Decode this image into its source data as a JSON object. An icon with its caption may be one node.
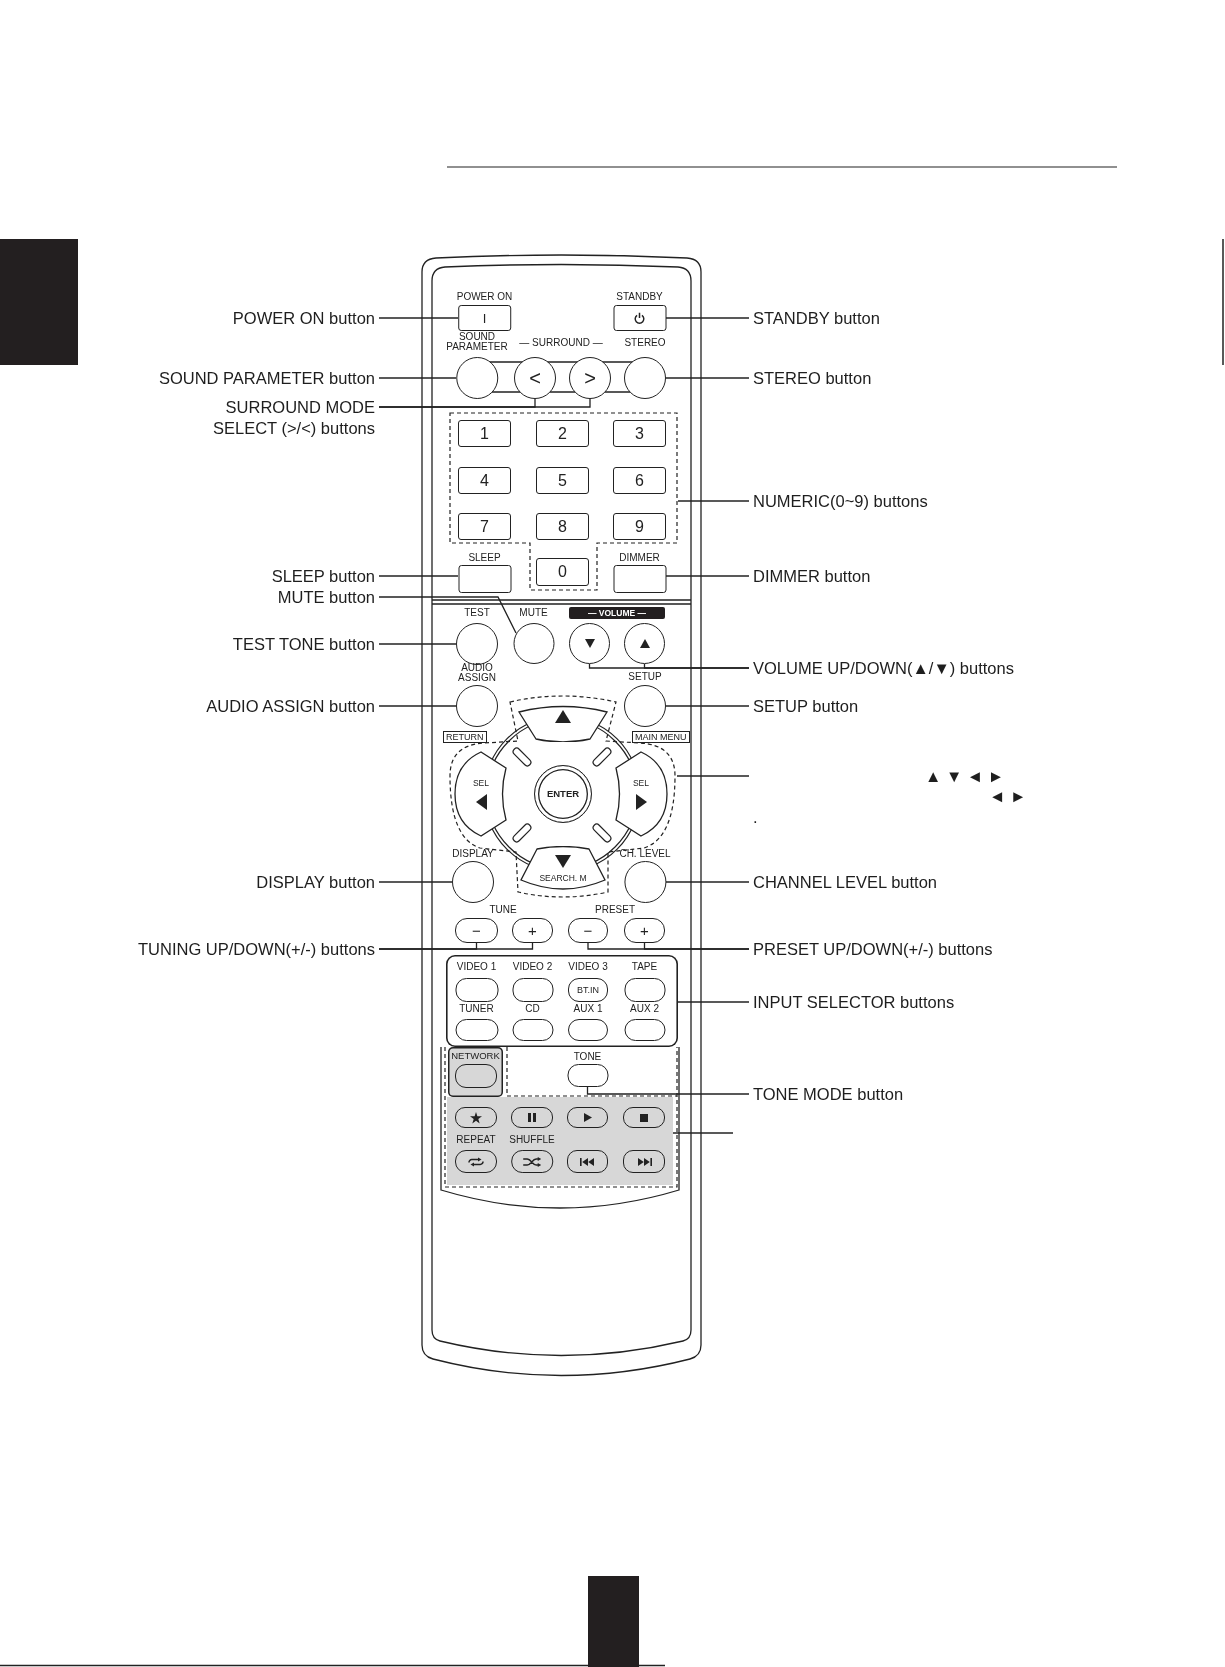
{
  "diagram": {
    "nodes": [
      {
        "text": [
          "POWER ON button"
        ]
      },
      {
        "text": [
          "POWER ON",
          "I"
        ]
      },
      {
        "text": [
          "STANDBY"
        ]
      },
      {
        "text": [
          "STANDBY button"
        ]
      },
      {
        "text": [
          "SOUND PARAMETER button"
        ]
      },
      {
        "text": [
          "SOUND PARAMETER"
        ]
      },
      {
        "text": [
          "<"
        ]
      },
      {
        "text": [
          ">"
        ]
      },
      {
        "text": [
          "STEREO"
        ]
      },
      {
        "text": [
          "STEREO button"
        ]
      },
      {
        "text": [
          "SURROUND MODE SELECT (>/<) buttons"
        ]
      },
      {
        "text": [],
        "shape": "box"
      },
      {
        "text": [
          "1"
        ],
        "in": 11
      },
      {
        "text": [
          "2"
        ],
        "in": 11
      },
      {
        "text": [
          "3"
        ],
        "in": 11
      },
      {
        "text": [
          "4"
        ],
        "in": 11
      },
      {
        "text": [
          "5"
        ],
        "in": 11
      },
      {
        "text": [
          "6"
        ],
        "in": 11
      },
      {
        "text": [
          "NUMERIC(0~9) buttons"
        ]
      },
      {
        "text": [
          "7"
        ],
        "in": 11
      },
      {
        "text": [
          "8"
        ],
        "in": 11
      },
      {
        "text": [
          "9"
        ],
        "in": 11
      },
      {
        "text": [
          "SLEEP button"
        ]
      },
      {
        "text": [
          "SLEEP"
        ]
      },
      {
        "text": [
          "0"
        ],
        "in": 11
      },
      {
        "text": [
          "DIMMER"
        ]
      },
      {
        "text": [
          "DIMMER button"
        ]
      },
      {
        "text": [
          "MUTE button"
        ]
      },
      {
        "text": [
          "TEST TONE button"
        ]
      },
      {
        "text": [
          "TEST"
        ]
      },
      {
        "text": [
          "MUTE"
        ]
      },
      {
        "text": [
          "— VOLUME —"
        ]
      },
      {
        "text": [],
        "shape": "circle"
      },
      {
        "text": [],
        "shape": "circle"
      },
      {
        "text": [
          "VOLUME UP/DOWN(▲/▼) buttons"
        ]
      },
      {
        "text": [
          "AUDIO ASSIGN button"
        ]
      },
      {
        "text": [
          "AUDIO ASSIGN"
        ]
      },
      {
        "text": [],
        "shape": "circle"
      },
      {
        "text": [],
        "shape": "box",
        "in": 37
      },
      {
        "text": [
          "SETUP"
        ]
      },
      {
        "text": [
          "SETUP button"
        ]
      },
      {
        "text": [
          "RETURN"
        ]
      },
      {
        "text": [
          "MAIN MENU"
        ]
      },
      {
        "text": [
          "SEL"
        ],
        "in": 37
      },
      {
        "text": [
          "ENTER"
        ],
        "in": 37
      },
      {
        "text": [
          "SEL"
        ],
        "in": 37
      },
      {
        "text": [
          "▲ ▼ ◄ ►",
          "◄ ►",
          "."
        ]
      },
      {
        "text": [
          "DISPLAY button"
        ]
      },
      {
        "text": [
          "DISPLAY"
        ]
      },
      {
        "text": [
          "SEARCH. M"
        ],
        "in": 37
      },
      {
        "text": [
          "CH. LEVEL"
        ]
      },
      {
        "text": [
          "CHANNEL LEVEL button"
        ]
      },
      {
        "text": [
          "TUNING UP/DOWN(+/-) buttons"
        ]
      },
      {
        "text": [
          "−"
        ]
      },
      {
        "text": [
          "+"
        ]
      },
      {
        "text": [
          "−"
        ]
      },
      {
        "text": [
          "+"
        ]
      },
      {
        "text": [
          "PRESET UP/DOWN(+/-) buttons"
        ]
      },
      {
        "text": [],
        "shape": "box"
      },
      {
        "text": [
          "VIDEO 1"
        ],
        "in": 58
      },
      {
        "text": [
          "VIDEO 2"
        ],
        "in": 58
      },
      {
        "text": [
          "VIDEO 3",
          "BT.IN"
        ],
        "in": 58
      },
      {
        "text": [
          "TAPE"
        ],
        "in": 58
      },
      {
        "text": [
          "INPUT SELECTOR buttons"
        ]
      },
      {
        "text": [
          "TUNER"
        ],
        "in": 58
      },
      {
        "text": [
          "CD"
        ],
        "in": 58
      },
      {
        "text": [
          "AUX 1"
        ],
        "in": 58
      },
      {
        "text": [
          "AUX 2"
        ],
        "in": 58
      },
      {
        "text": [
          "NETWORK"
        ]
      },
      {
        "text": [
          "TONE"
        ]
      },
      {
        "text": [
          "TONE MODE button"
        ]
      },
      {
        "text": [],
        "shape": "box"
      },
      {
        "text": [],
        "shape": "box",
        "in": 71
      },
      {
        "text": [],
        "shape": "box",
        "in": 71
      },
      {
        "text": [],
        "shape": "box",
        "in": 71
      },
      {
        "text": [],
        "shape": "box",
        "in": 71
      },
      {
        "text": [
          "REPEAT"
        ],
        "in": 71
      },
      {
        "text": [
          "SHUFFLE"
        ],
        "in": 71
      },
      {
        "text": [],
        "shape": "box",
        "in": 71
      },
      {
        "text": [],
        "shape": "box",
        "in": 71
      },
      {
        "text": [],
        "shape": "box"
      },
      {
        "text": [],
        "shape": "box"
      }
    ],
    "edges": [
      {
        "from": 0,
        "to": 1,
        "arrow": "none"
      },
      {
        "from": 3,
        "to": 2,
        "arrow": "none"
      },
      {
        "from": 4,
        "to": 5,
        "arrow": "none"
      },
      {
        "from": 9,
        "to": 8,
        "arrow": "none"
      },
      {
        "from": 10,
        "to": 6,
        "arrow": "none"
      },
      {
        "from": 10,
        "to": 7,
        "arrow": "none"
      },
      {
        "from": 18,
        "to": 11,
        "arrow": "none"
      },
      {
        "from": 22,
        "to": 23,
        "arrow": "none"
      },
      {
        "from": 26,
        "to": 25,
        "arrow": "none"
      },
      {
        "from": 27,
        "to": 30,
        "arrow": "none"
      },
      {
        "from": 28,
        "to": 29,
        "arrow": "none"
      },
      {
        "from": 34,
        "to": 32,
        "arrow": "none"
      },
      {
        "from": 34,
        "to": 33,
        "arrow": "none"
      },
      {
        "from": 35,
        "to": 36,
        "arrow": "none"
      },
      {
        "from": 40,
        "to": 39,
        "arrow": "none"
      },
      {
        "from": 46,
        "to": 37,
        "arrow": "none"
      },
      {
        "from": 47,
        "to": 48,
        "arrow": "none"
      },
      {
        "from": 51,
        "to": 50,
        "arrow": "none"
      },
      {
        "from": 52,
        "to": 53,
        "arrow": "none"
      },
      {
        "from": 52,
        "to": 54,
        "arrow": "none"
      },
      {
        "from": 57,
        "to": 55,
        "arrow": "none"
      },
      {
        "from": 57,
        "to": 56,
        "arrow": "none"
      },
      {
        "from": 63,
        "to": 58,
        "arrow": "none"
      },
      {
        "from": 70,
        "to": 69,
        "arrow": "none"
      },
      {
        "from": null,
        "to": 71,
        "arrow": "none"
      }
    ],
    "labels": [
      "— SURROUND —",
      "TUNE",
      "PRESET"
    ]
  }
}
